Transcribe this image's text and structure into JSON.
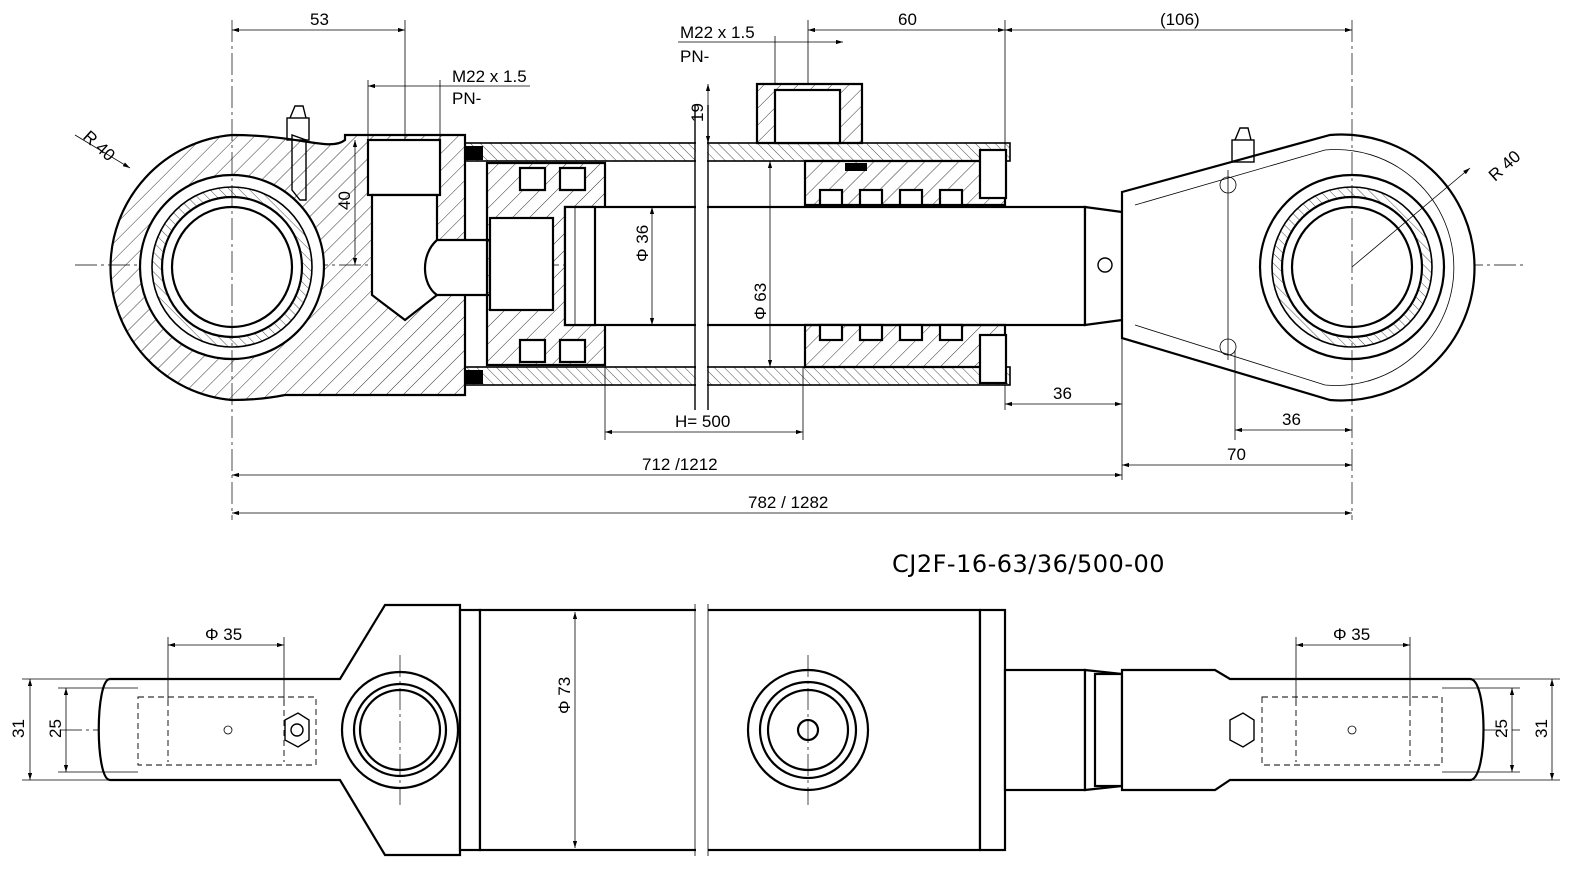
{
  "drawing_title": "CJ2F-16-63/36/500-00",
  "dimensions": {
    "top_left_53": "53",
    "port_thread": "M22 x 1.5",
    "port_pn": "PN-",
    "port_thread_2": "M22 x 1.5",
    "port_pn_2": "PN-",
    "top_60": "60",
    "top_106": "(106)",
    "port_height_19": "19",
    "radius_left": "R 40",
    "radius_right": "R 40",
    "offset_40": "40",
    "rod_diameter": "Φ 36",
    "bore_diameter": "Φ 63",
    "stroke": "H= 500",
    "rod_eye_36": "36",
    "eye_center_36": "36",
    "eye_70": "70",
    "closed_length": "712 /1212",
    "overall_length": "782  /  1282",
    "outer_diameter": "Φ 73",
    "pin_left": "Φ 35",
    "pin_right": "Φ 35",
    "width_31_left": "31",
    "width_25_left": "25",
    "width_25_right": "25",
    "width_31_right": "31"
  }
}
